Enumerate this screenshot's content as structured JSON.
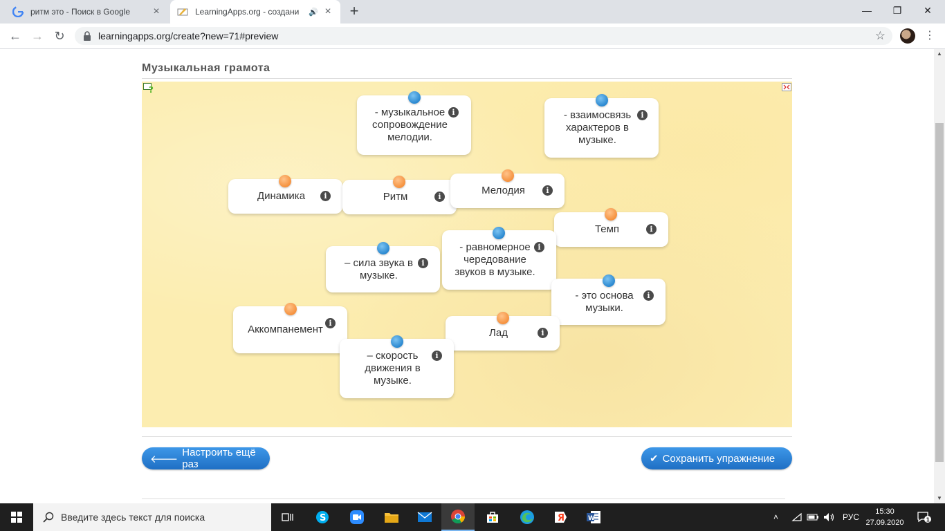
{
  "browser": {
    "tabs": [
      {
        "title": "ритм это - Поиск в Google",
        "icon": "google-icon",
        "active": false
      },
      {
        "title": "LearningApps.org - создани",
        "icon": "learningapps-icon",
        "active": true,
        "sound": "speaker-icon"
      }
    ],
    "new_tab": "+",
    "window_controls": {
      "minimize": "—",
      "maximize": "❐",
      "close": "✕"
    },
    "nav": {
      "back": "←",
      "forward": "→",
      "reload": "↻"
    },
    "url": "learningapps.org/create?new=71#preview",
    "bookmark": "☆",
    "menu": "⋮"
  },
  "app": {
    "title": "Музыкальная грамота",
    "cards": [
      {
        "text": "- музыкальное сопровождение мелодии.",
        "pin": "blue"
      },
      {
        "text": "- взаимосвязь характеров в музыке.",
        "pin": "blue"
      },
      {
        "text": "Динамика",
        "pin": "orange"
      },
      {
        "text": "Ритм",
        "pin": "orange"
      },
      {
        "text": "Мелодия",
        "pin": "orange"
      },
      {
        "text": "Темп",
        "pin": "orange"
      },
      {
        "text": "- равномерное чередование звуков в музыке.",
        "pin": "blue"
      },
      {
        "text": "– сила звука в музыке.",
        "pin": "blue"
      },
      {
        "text": "- это основа музыки.",
        "pin": "blue"
      },
      {
        "text": "Аккомпанемент",
        "pin": "orange"
      },
      {
        "text": "Лад",
        "pin": "orange"
      },
      {
        "text": "– скорость движения в музыке.",
        "pin": "blue"
      }
    ],
    "info_glyph": "i",
    "buttons": {
      "reconfigure": "Настроить ещё раз",
      "save": "Сохранить упражнение"
    },
    "colors": {
      "pin_orange": "#f5913e",
      "pin_blue": "#2a88d0",
      "board": "#fcedb0",
      "button": "#2a82d6"
    }
  },
  "taskbar": {
    "search_placeholder": "Введите здесь текст для поиска",
    "apps": [
      "task-view-icon",
      "skype-icon",
      "zoom-icon",
      "file-explorer-icon",
      "mail-icon",
      "chrome-icon",
      "store-icon",
      "edge-icon",
      "yandex-icon",
      "word-icon"
    ],
    "language": "РУС",
    "time": "15:30",
    "date": "27.09.2020",
    "notifications": "1"
  }
}
